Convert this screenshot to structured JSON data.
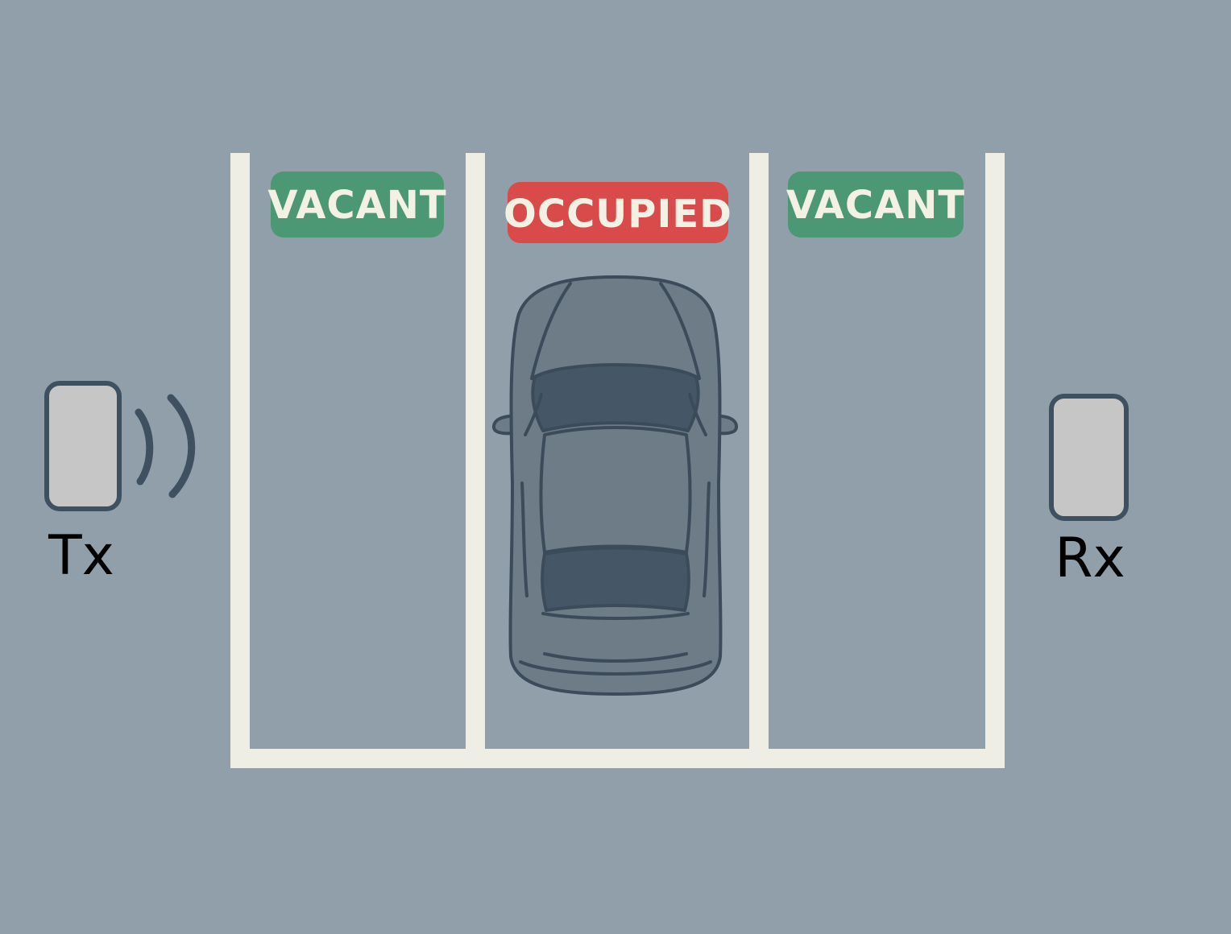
{
  "colors": {
    "background": "#909fa9",
    "lines": "#efeee4",
    "vacant": "#4d9874",
    "occupied": "#d94b4b",
    "badge_text": "#f3f0e4",
    "device_body": "#c6c6c6",
    "device_stroke": "#3f5161",
    "car_body": "#6d7c86",
    "car_glass": "#455767",
    "car_stroke": "#3b4b59"
  },
  "spaces": [
    {
      "status": "VACANT",
      "occupied": false
    },
    {
      "status": "OCCUPIED",
      "occupied": true
    },
    {
      "status": "VACANT",
      "occupied": false
    }
  ],
  "transmitter": {
    "label": "Tx",
    "icon": "signal-waves-icon"
  },
  "receiver": {
    "label": "Rx"
  },
  "vehicle": {
    "icon": "car-icon"
  }
}
